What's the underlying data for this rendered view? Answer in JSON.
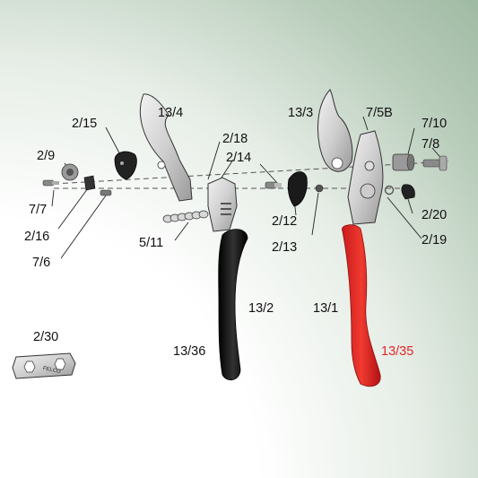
{
  "parts": {
    "p2_15": "2/15",
    "p13_4": "13/4",
    "p13_3": "13/3",
    "p7_5B": "7/5B",
    "p7_10": "7/10",
    "p7_8": "7/8",
    "p2_9": "2/9",
    "p2_18": "2/18",
    "p2_14": "2/14",
    "p7_7": "7/7",
    "p2_16": "2/16",
    "p7_6": "7/6",
    "p5_11": "5/11",
    "p2_12": "2/12",
    "p2_13": "2/13",
    "p2_20": "2/20",
    "p2_19": "2/19",
    "p13_2": "13/2",
    "p13_1": "13/1",
    "p13_36": "13/36",
    "p13_35": "13/35",
    "p2_30": "2/30"
  },
  "tool_brand": "FELCO",
  "colors": {
    "red_handle": "#e3262a",
    "black_handle": "#111111",
    "metal": "#d2d2d2",
    "label_red": "#e3262a"
  }
}
